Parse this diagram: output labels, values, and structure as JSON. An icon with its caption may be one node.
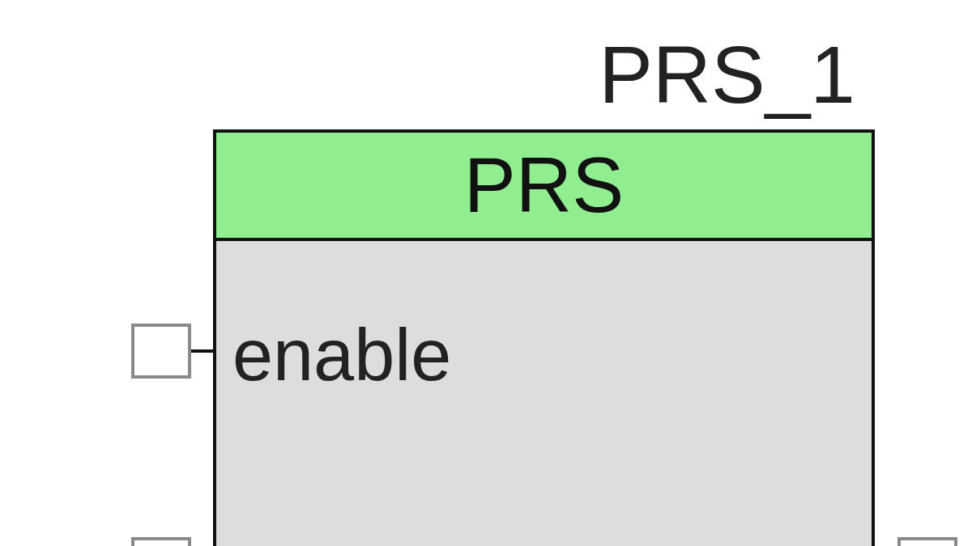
{
  "diagram": {
    "nodes": [
      {
        "text": [
          "PRS_1",
          "PRS",
          "enable"
        ]
      },
      {
        "text": [],
        "shape": "box"
      },
      {
        "text": [],
        "shape": "box"
      },
      {
        "text": [],
        "shape": "box"
      }
    ],
    "edges": [
      {
        "from": 1,
        "to": 0,
        "arrow": "none"
      }
    ]
  }
}
